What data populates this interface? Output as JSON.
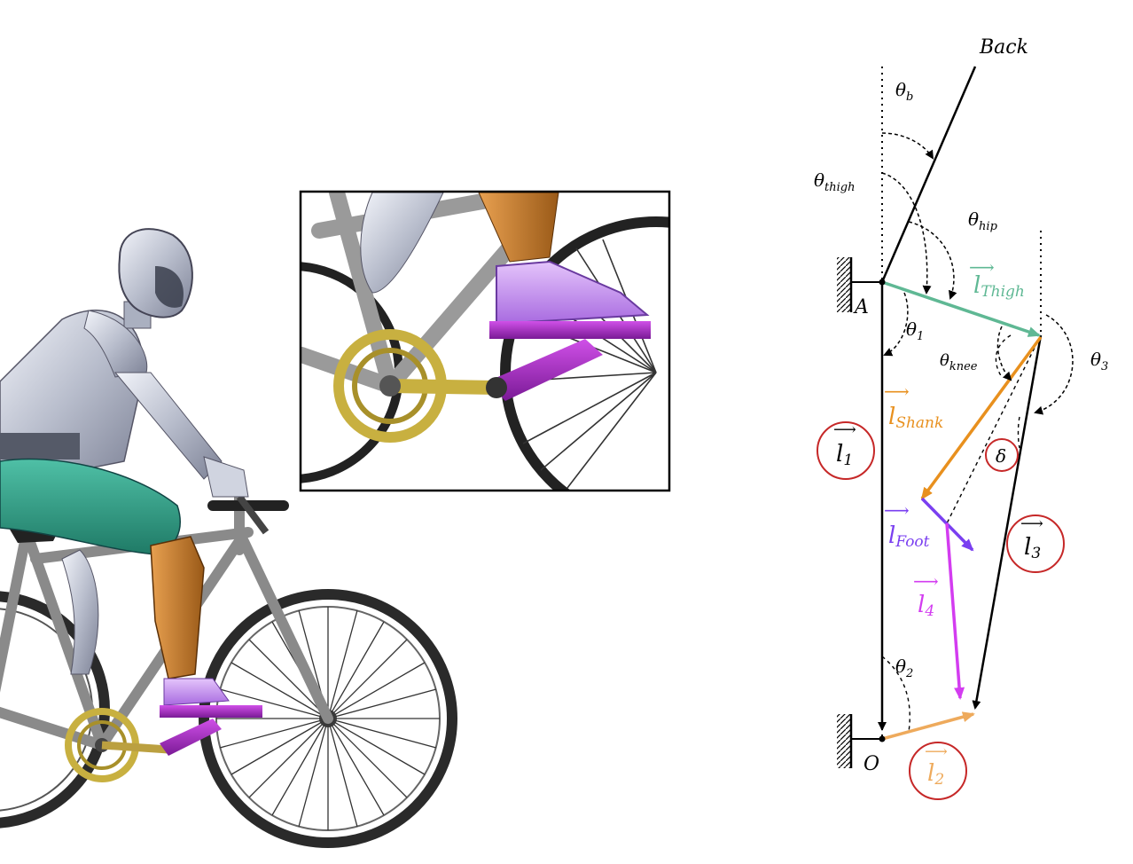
{
  "labels": {
    "back": "Back",
    "theta_b": "θ",
    "theta_b_sub": "b",
    "theta_thigh": "θ",
    "theta_thigh_sub": "thigh",
    "theta_hip": "θ",
    "theta_hip_sub": "hip",
    "theta_1": "θ",
    "theta_1_sub": "1",
    "theta_knee": "θ",
    "theta_knee_sub": "knee",
    "theta_3": "θ",
    "theta_3_sub": "3",
    "theta_2": "θ",
    "theta_2_sub": "2",
    "point_a": "A",
    "point_o": "O",
    "l_thigh": "l",
    "l_thigh_sub": "Thigh",
    "l_shank": "l",
    "l_shank_sub": "Shank",
    "l_foot": "l",
    "l_foot_sub": "Foot",
    "l_4": "l",
    "l_4_sub": "4",
    "l_1": "l",
    "l_1_sub": "1",
    "l_2": "l",
    "l_2_sub": "2",
    "l_3": "l",
    "l_3_sub": "3",
    "delta": "δ"
  },
  "colors": {
    "thigh": "#5fb894",
    "shank": "#e8901e",
    "foot": "#7a3ff0",
    "link4": "#d33cf0",
    "link2": "#eeaa5c",
    "circle": "#c62828",
    "humanoid": "#c8ccd8",
    "thigh_segment": "#3aa088",
    "shank_segment": "#c9792a",
    "shoe": "#c890f0",
    "pedal": "#b030d0",
    "crank": "#c8b040",
    "frame": "#8a8a8a"
  }
}
